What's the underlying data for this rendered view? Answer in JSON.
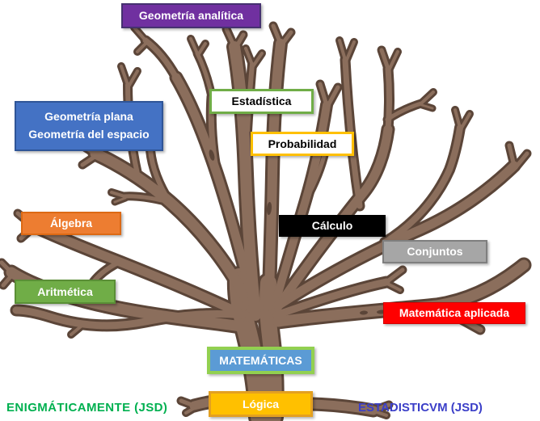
{
  "diagram": {
    "name": "mathematics-tree",
    "tree_fill_color": "#8B6E5C",
    "tree_outline_color": "#5B4538"
  },
  "boxes": {
    "geometria_analitica": {
      "label": "Geometría analítica",
      "fill": "#7030A0",
      "border": "#453170",
      "text_color": "#FFFFFF"
    },
    "geometria_plana": {
      "label_line1": "Geometría plana",
      "label_line2": "Geometría del espacio",
      "fill": "#4472C4",
      "border": "#2F5597",
      "text_color": "#FFFFFF"
    },
    "estadistica": {
      "label": "Estadística",
      "fill": "#FFFFFF",
      "border": "#70AD47",
      "text_color": "#000000"
    },
    "probabilidad": {
      "label": "Probabilidad",
      "fill": "#FFFFFF",
      "border": "#FFC000",
      "text_color": "#000000"
    },
    "algebra": {
      "label": "Álgebra",
      "fill": "#ED7D31",
      "border": "#DC6914",
      "text_color": "#FFFFFF"
    },
    "calculo": {
      "label": "Cálculo",
      "fill": "#000000",
      "border": "#000000",
      "text_color": "#FFFFFF"
    },
    "conjuntos": {
      "label": "Conjuntos",
      "fill": "#A6A6A6",
      "border": "#7F7F7F",
      "text_color": "#FFFFFF"
    },
    "aritmetica": {
      "label": "Aritmética",
      "fill": "#70AD47",
      "border": "#5A8F36",
      "text_color": "#FFFFFF"
    },
    "matematica_aplicada": {
      "label": "Matemática aplicada",
      "fill": "#FF0000",
      "border": "#D40000",
      "text_color": "#FFFFFF"
    },
    "matematicas": {
      "label": "MATEMÁTICAS",
      "fill": "#5B9BD5",
      "border": "#92D050",
      "text_color": "#FFFFFF"
    },
    "logica": {
      "label": "Lógica",
      "fill": "#FFC000",
      "border": "#E3A021",
      "text_color": "#FFFFFF"
    }
  },
  "watermarks": {
    "left": {
      "text": "ENIGMÁTICAMENTE (JSD)",
      "color": "#00B050"
    },
    "right": {
      "text": "ESTADISTICVM (JSD)",
      "color": "#3B3FC8"
    }
  }
}
